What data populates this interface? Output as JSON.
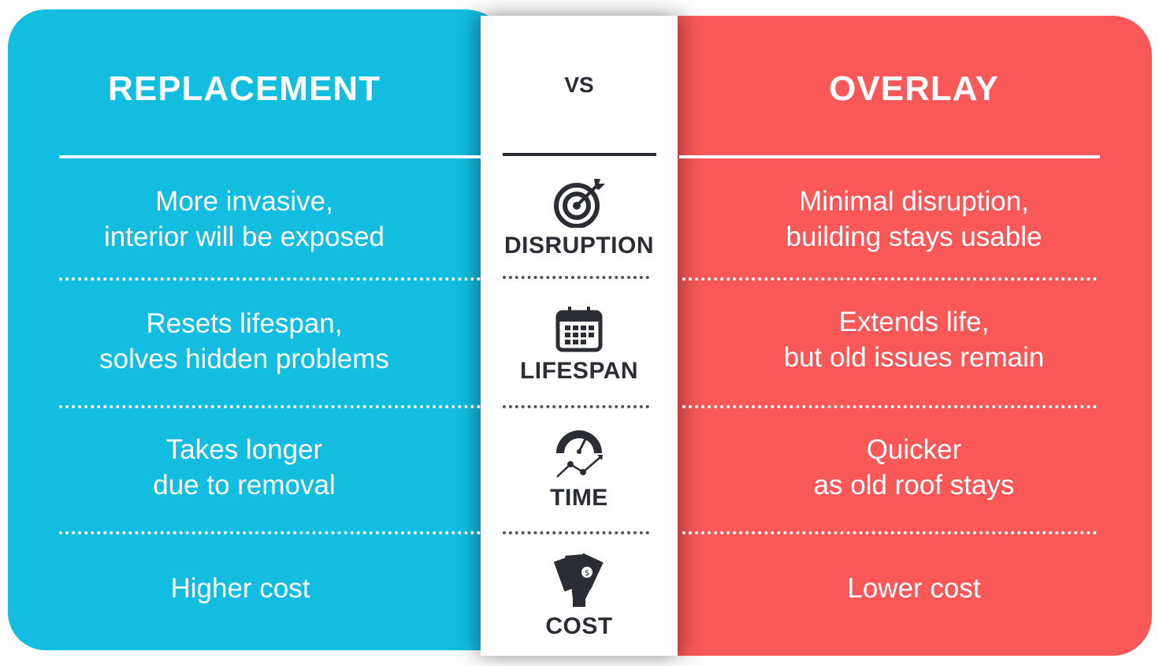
{
  "colors": {
    "replacement": "#12bde0",
    "overlay": "#f95858",
    "text_dark": "#2a2d34"
  },
  "header": {
    "left": "REPLACEMENT",
    "center": "VS",
    "right": "OVERLAY"
  },
  "rows": [
    {
      "category": "DISRUPTION",
      "icon": "target-icon",
      "replacement": "More invasive,\ninterior will be exposed",
      "overlay": "Minimal disruption,\nbuilding stays usable"
    },
    {
      "category": "LIFESPAN",
      "icon": "calendar-icon",
      "replacement": "Resets lifespan,\nsolves hidden problems",
      "overlay": "Extends life,\nbut old issues remain"
    },
    {
      "category": "TIME",
      "icon": "speedometer-icon",
      "replacement": "Takes longer\ndue to removal",
      "overlay": "Quicker\nas old roof stays"
    },
    {
      "category": "COST",
      "icon": "money-hand-icon",
      "replacement": "Higher cost",
      "overlay": "Lower cost"
    }
  ]
}
